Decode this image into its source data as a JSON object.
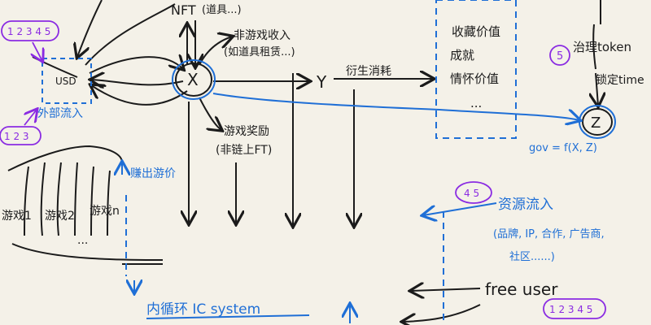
{
  "nodes": {
    "usd": "USD",
    "nft": "NFT",
    "nft_note": "(道具...)",
    "x": "X",
    "y": "Y",
    "z": "Z",
    "free_user": "free user"
  },
  "labels": {
    "non_game_income": "非游戏收入",
    "non_game_income_example": "(如道具租赁...)",
    "external_inflow": "外部流入",
    "inner_loop": "内循环 IC system",
    "game_stages": [
      "游戏1",
      "游戏2",
      "游戏n"
    ],
    "ellipsis": "...",
    "battle_level": "赚出游价",
    "reward": "游戏奖励",
    "reward_note": "(非链上FT)",
    "y_note": "衍生消耗",
    "value_list": [
      "收藏价值",
      "成就",
      "情怀价值"
    ],
    "gov_token": "治理token",
    "stake_time": "锁定time",
    "gov_formula": "gov = f(X, Z)",
    "resource_inflow": "资源流入",
    "resource_examples": "(品牌, IP, 合作, 广告商,",
    "resource_examples2": "社区......)"
  },
  "badges": {
    "top_left": "1 2 3 4 5",
    "left_mid": "1 2 3",
    "gov": "5",
    "resource": "4 5",
    "free_user": "1 2 3 4 5"
  },
  "colors": {
    "ink": "#1b1b1b",
    "blue": "#1f6fd6",
    "purple": "#8a2be2",
    "paper": "#f4f1e8"
  }
}
